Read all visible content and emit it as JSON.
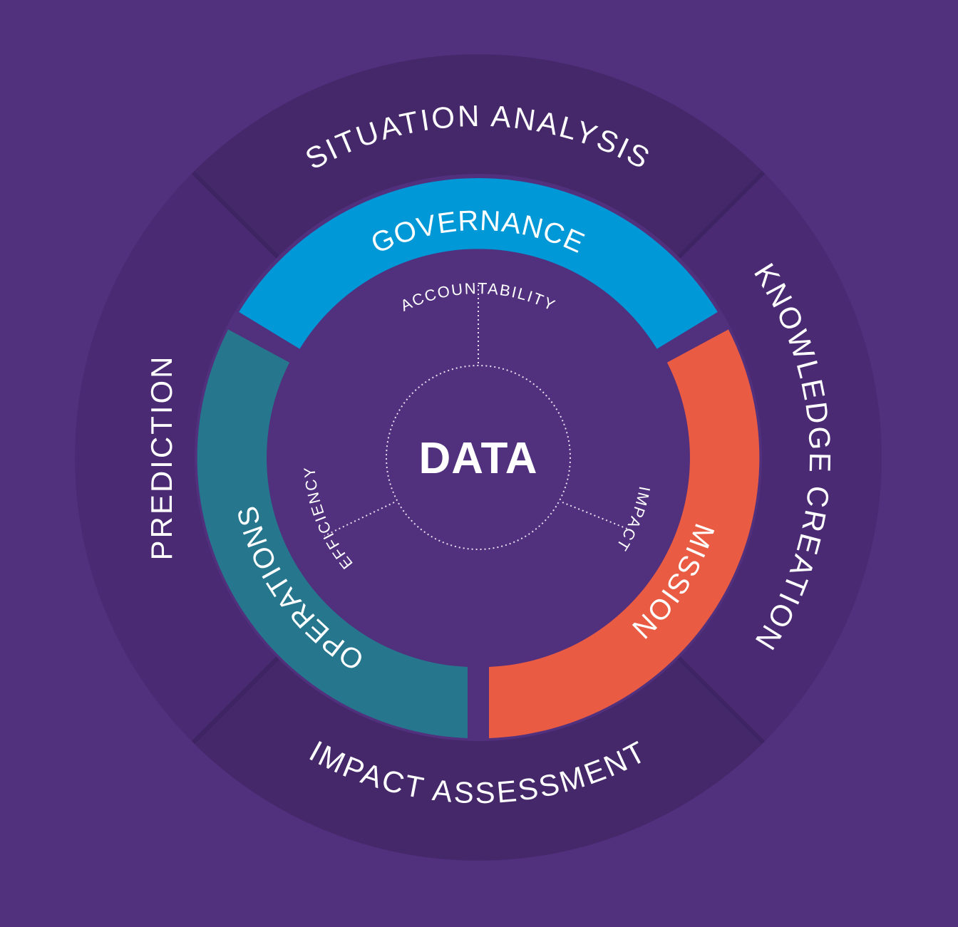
{
  "colors": {
    "background": "#51307d",
    "outer_ring": "#45286a",
    "outer_ring_sides": "#4a2b73",
    "inner_field": "#51307d",
    "governance": "#0098d7",
    "mission": "#e95c43",
    "operations": "#26778d",
    "text": "#ffffff",
    "dotted": "#e8e0f2"
  },
  "outer_ring": {
    "top": "SITUATION ANALYSIS",
    "right": "KNOWLEDGE CREATION",
    "bottom": "IMPACT ASSESSMENT",
    "left": "PREDICTION"
  },
  "bands": {
    "governance": "GOVERNANCE",
    "mission": "MISSION",
    "operations": "OPERATIONS"
  },
  "spokes": {
    "top": "ACCOUNTABILITY",
    "left": "EFFICIENCY",
    "right": "IMPACT"
  },
  "center": "DATA"
}
